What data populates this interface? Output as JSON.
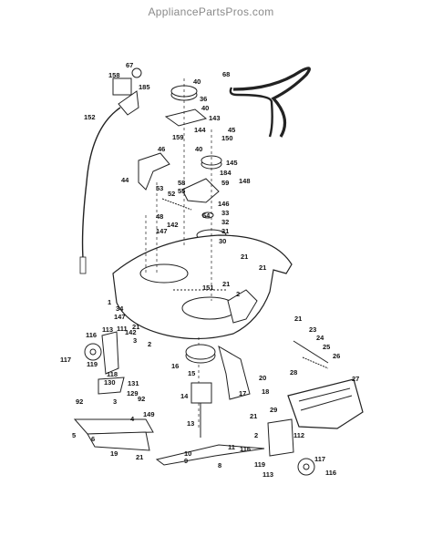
{
  "watermark": "AppliancePartsPros.com",
  "callouts": {
    "c67": "67",
    "c158": "158",
    "c185": "185",
    "c152": "152",
    "c68": "68",
    "c40a": "40",
    "c36": "36",
    "c40b": "40",
    "c143": "143",
    "c144": "144",
    "c45": "45",
    "c150": "150",
    "c159": "159",
    "c40c": "40",
    "c145": "145",
    "c46": "46",
    "c44": "44",
    "c184": "184",
    "c58": "58",
    "c55": "55",
    "c59": "59",
    "c148": "148",
    "c53": "53",
    "c52": "52",
    "c146": "146",
    "c33": "33",
    "c48": "48",
    "c54": "54",
    "c32": "32",
    "c142": "142",
    "c31": "31",
    "c147a": "147",
    "c30": "30",
    "c21a": "21",
    "c21b": "21",
    "c21c": "21",
    "c2a": "2",
    "c151": "151",
    "c1": "1",
    "c34": "34",
    "c147b": "147",
    "c21d": "21",
    "c116a": "116",
    "c113a": "113",
    "c111": "111",
    "c142b": "142",
    "c21e": "21",
    "c3a": "3",
    "c2b": "2",
    "c117a": "117",
    "c119a": "119",
    "c118": "118",
    "c16": "16",
    "c15": "15",
    "c23": "23",
    "c24": "24",
    "c25": "25",
    "c26": "26",
    "c27": "27",
    "c28": "28",
    "c20": "20",
    "c130": "130",
    "c131": "131",
    "c129": "129",
    "c92a": "92",
    "c92b": "92",
    "c3b": "3",
    "c14": "14",
    "c17": "17",
    "c18": "18",
    "c29": "29",
    "c149": "149",
    "c4": "4",
    "c5": "5",
    "c6": "6",
    "c13": "13",
    "c21f": "21",
    "c112": "112",
    "c2c": "2",
    "c19": "19",
    "c21g": "21",
    "c10": "10",
    "c9": "9",
    "c11": "11",
    "c8": "8",
    "c116b": "116",
    "c119b": "119",
    "c117b": "117",
    "c113b": "113",
    "c116c": "116"
  }
}
